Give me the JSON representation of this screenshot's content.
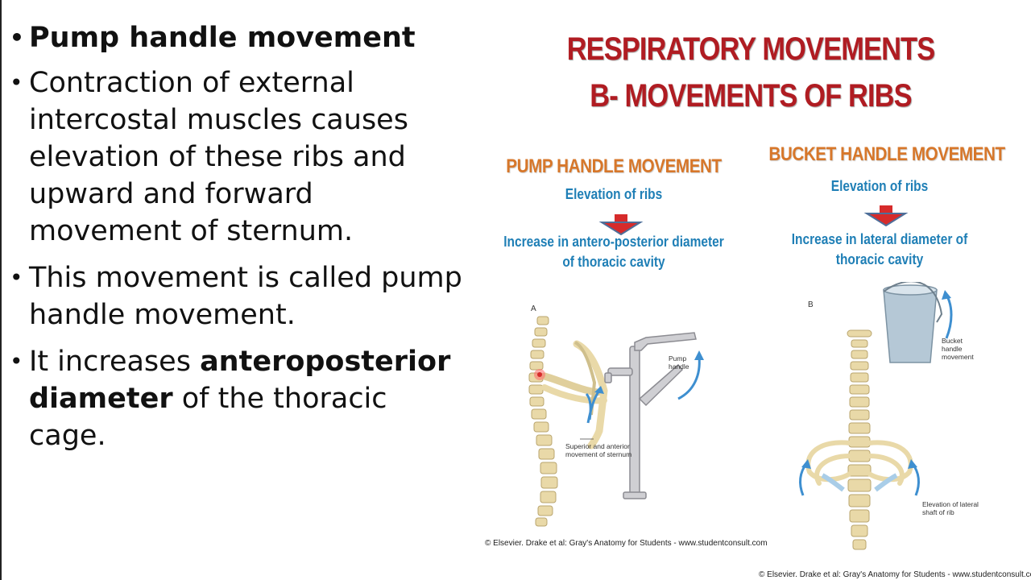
{
  "bullets": [
    {
      "text": "Pump handle movement"
    },
    {
      "text": "Contraction of external intercostal muscles causes elevation of these ribs and upward and forward movement of sternum."
    },
    {
      "text": "This movement is called pump handle movement."
    },
    {
      "pre": "It increases ",
      "bold": "anteroposterior diameter",
      "post": " of the thoracic cage."
    }
  ],
  "title": {
    "line1": "RESPIRATORY MOVEMENTS",
    "line2": "B- MOVEMENTS OF RIBS"
  },
  "pump": {
    "heading": "PUMP HANDLE MOVEMENT",
    "line1": "Elevation of ribs",
    "line2a": "Increase in antero-posterior diameter",
    "line2b": "of thoracic cavity",
    "fig_letter": "A",
    "label_pump": [
      "Pump",
      "handle"
    ],
    "label_sternum": [
      "Superior and anterior",
      "movement of sternum"
    ],
    "copyright": "© Elsevier. Drake et al: Gray's Anatomy for Students - www.studentconsult.com"
  },
  "bucket": {
    "heading": "BUCKET HANDLE MOVEMENT",
    "line1": "Elevation of ribs",
    "line2a": "Increase in lateral diameter of",
    "line2b": "thoracic cavity",
    "fig_letter": "B",
    "label_bucket": [
      "Bucket",
      "handle",
      "movement"
    ],
    "label_lateral": [
      "Elevation of lateral",
      "shaft of rib"
    ],
    "copyright": "© Elsevier. Drake et al: Gray's Anatomy for Students - www.studentconsult.com"
  },
  "colors": {
    "title": "#b01c22",
    "heading": "#d7772a",
    "subtext": "#1f7fb6",
    "arrow": "#d62b2b",
    "arrow_outline": "#4e6f9a",
    "bone": "#e9d9a8",
    "blue_arrow": "#3e8fd0"
  }
}
